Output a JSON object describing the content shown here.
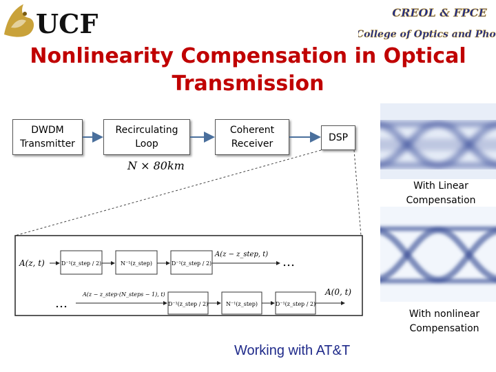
{
  "header": {
    "logo_left_text": "UCF",
    "logo_right_line1": "CREOL & FPCE",
    "logo_right_line2": "The College of Optics and Photonics"
  },
  "title": "Nonlinearity Compensation in Optical\nTransmission",
  "blocks": {
    "transmitter": "DWDM\nTransmitter",
    "loop": "Recirculating\nLoop",
    "receiver": "Coherent\nReceiver",
    "dsp": "DSP"
  },
  "loop_length": "N × 80km",
  "eye_linear_caption": "With Linear\nCompensation",
  "eye_nonlinear_caption": "With nonlinear\nCompensation",
  "footer": "Working with AT&T",
  "algorithm": {
    "input_signal": "A(z, t)",
    "step_signal": "A(z − z_step, t)",
    "last_step_signal": "A(z − z_step·(N_steps − 1), t)",
    "output_signal": "A(0, t)",
    "dispersion_operator": "D⁻¹(z_step / 2)",
    "nonlinear_operator": "N⁻¹(z_step)",
    "ellipsis": "…"
  },
  "colors": {
    "title": "#c00000",
    "footer": "#1f2a8a",
    "logo_gold": "#c9a23a",
    "logo_blue": "#1c2a8c",
    "arrow": "#4a6f9c",
    "eye_dark": "#3a4f9a",
    "eye_light": "#dfe8f6"
  }
}
